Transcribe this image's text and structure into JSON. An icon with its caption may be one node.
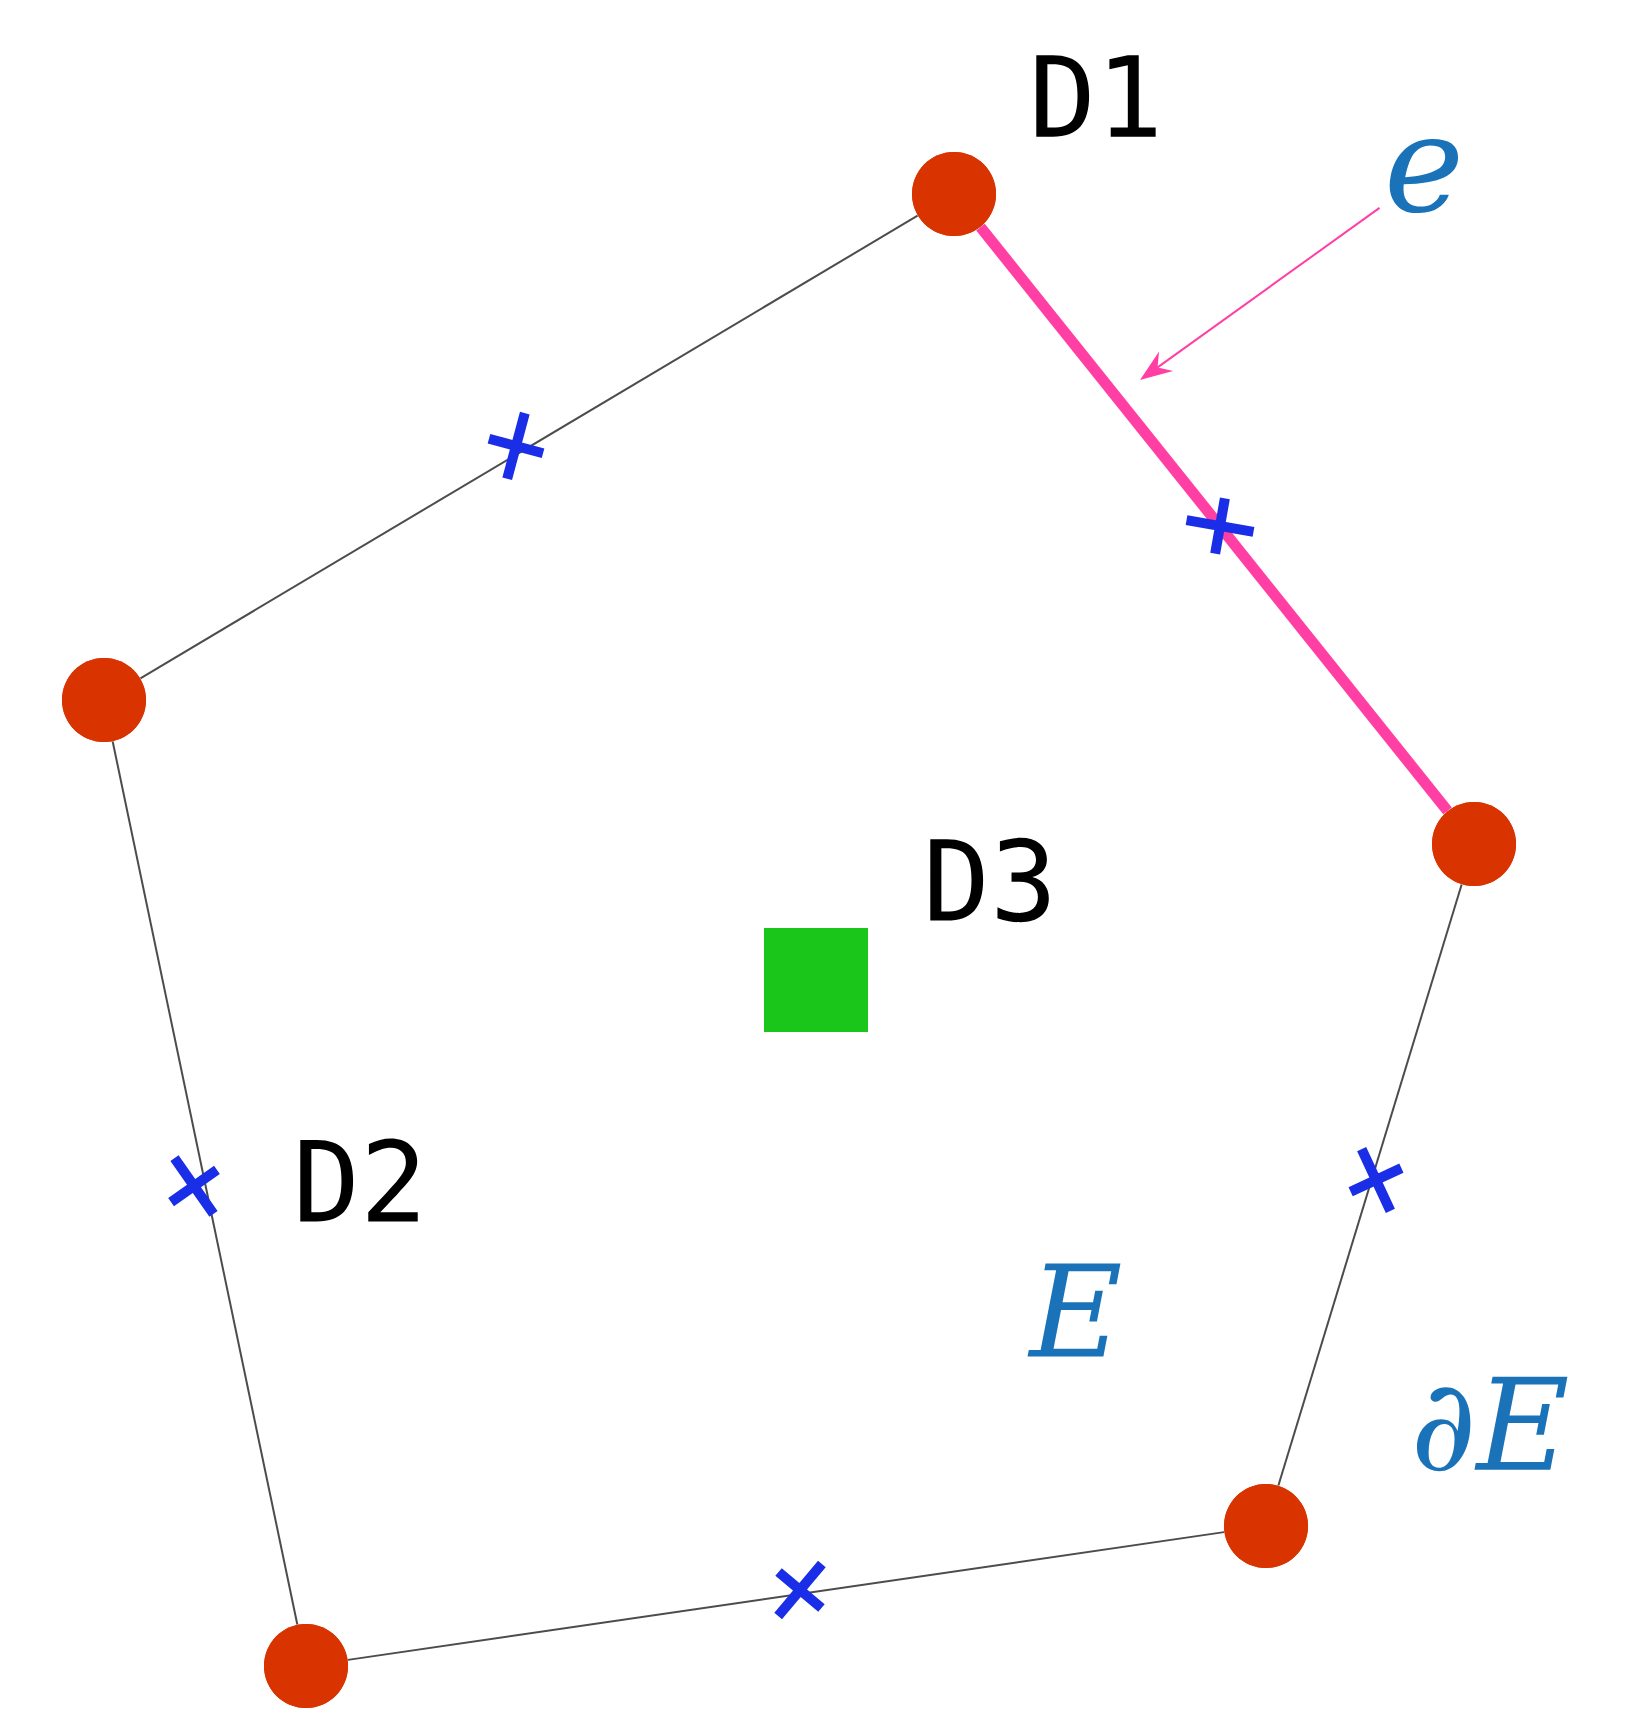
{
  "diagram": {
    "nodes": [
      {
        "text": [],
        "shape": "circle"
      },
      {
        "text": [
          "e"
        ]
      },
      {
        "text": [],
        "shape": "circle"
      },
      {
        "text": [],
        "shape": "circle"
      },
      {
        "text": [],
        "shape": "circle"
      },
      {
        "text": [],
        "shape": "circle"
      }
    ],
    "edges": [
      {
        "from": 0,
        "to": 3,
        "arrow": "none",
        "style": "thick",
        "color": "#ff3fa4"
      },
      {
        "from": 0,
        "to": 2,
        "arrow": "none"
      },
      {
        "from": 2,
        "to": 5,
        "arrow": "none"
      },
      {
        "from": 5,
        "to": 4,
        "arrow": "none"
      },
      {
        "from": 4,
        "to": 3,
        "arrow": "none"
      },
      {
        "from": 1,
        "to": null,
        "arrow": "to",
        "color": "#ff3fa4"
      }
    ],
    "labels": [
      "D1",
      "D3",
      "D2",
      "E",
      "∂E"
    ]
  }
}
